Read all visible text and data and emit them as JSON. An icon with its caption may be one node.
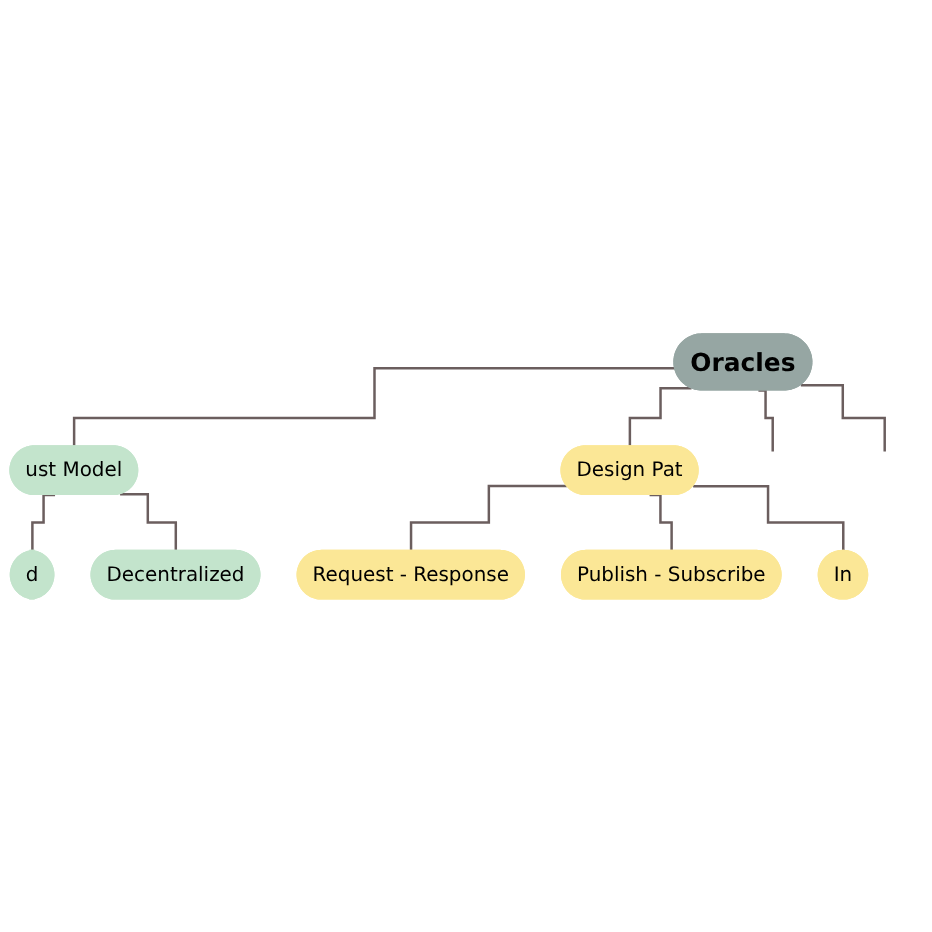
{
  "diagram": {
    "nodes": [
      {
        "text": [
          "Oracles"
        ]
      },
      {
        "text": [
          "ust Model"
        ]
      },
      {
        "text": [
          "Design Pat"
        ]
      },
      {
        "text": [
          "d"
        ]
      },
      {
        "text": [
          "Decentralized"
        ]
      },
      {
        "text": [
          "Request - Response"
        ]
      },
      {
        "text": [
          "Publish - Subscribe"
        ]
      },
      {
        "text": [
          "In"
        ]
      }
    ],
    "edges": [
      {
        "from": 0,
        "to": null,
        "arrow": "none"
      },
      {
        "from": 0,
        "to": 1,
        "arrow": "none"
      },
      {
        "from": 0,
        "to": 2,
        "arrow": "none"
      },
      {
        "from": 0,
        "to": null,
        "arrow": "none"
      },
      {
        "from": 1,
        "to": 3,
        "arrow": "none"
      },
      {
        "from": 1,
        "to": 4,
        "arrow": "none"
      },
      {
        "from": 2,
        "to": 5,
        "arrow": "none"
      },
      {
        "from": 2,
        "to": 6,
        "arrow": "none"
      },
      {
        "from": 2,
        "to": 7,
        "arrow": "none"
      }
    ]
  }
}
